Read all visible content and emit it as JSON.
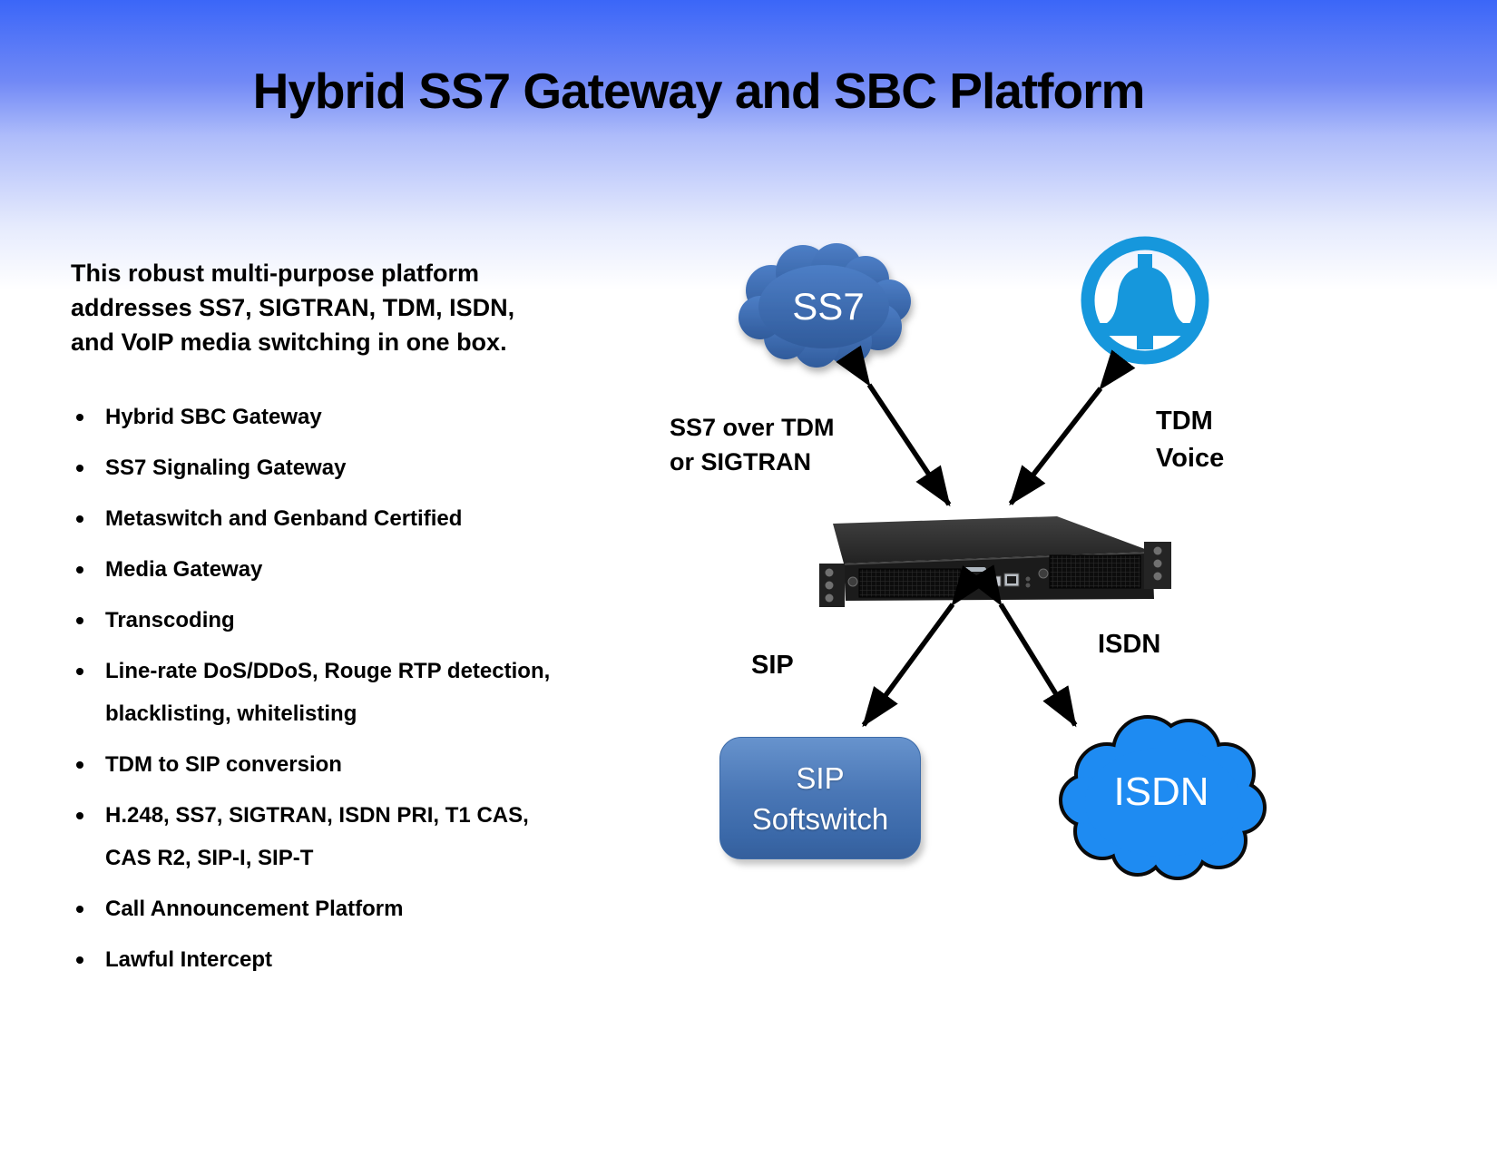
{
  "title": "Hybrid SS7 Gateway and SBC Platform",
  "intro": "This robust multi-purpose platform\naddresses SS7, SIGTRAN, TDM, ISDN,\nand VoIP media switching in one box.",
  "bullets": [
    "Hybrid SBC Gateway",
    "SS7 Signaling Gateway",
    "Metaswitch and Genband Certified",
    "Media Gateway",
    "Transcoding",
    "Line-rate DoS/DDoS, Rouge RTP detection,\nblacklisting, whitelisting",
    "TDM to SIP conversion",
    "H.248, SS7, SIGTRAN, ISDN PRI, T1 CAS,\nCAS R2, SIP-I, SIP-T",
    "Call Announcement Platform",
    "Lawful Intercept"
  ],
  "diagram": {
    "ss7_cloud": {
      "label": "SS7",
      "color": "#3a6cb5"
    },
    "isdn_cloud": {
      "label": "ISDN",
      "color": "#1e8bf2"
    },
    "sip_softswitch": {
      "label": "SIP\nSoftswitch",
      "color": "#4a77b6"
    },
    "bell_icon_color": "#1697dc",
    "edge_labels": {
      "ss7_link": "SS7 over TDM\nor SIGTRAN",
      "tdm_voice": "TDM\nVoice",
      "sip": "SIP",
      "isdn": "ISDN"
    }
  },
  "colors": {
    "header_gradient_top": "#3b66f8",
    "header_gradient_bottom": "#ffffff",
    "text": "#000000",
    "arrow": "#000000"
  }
}
